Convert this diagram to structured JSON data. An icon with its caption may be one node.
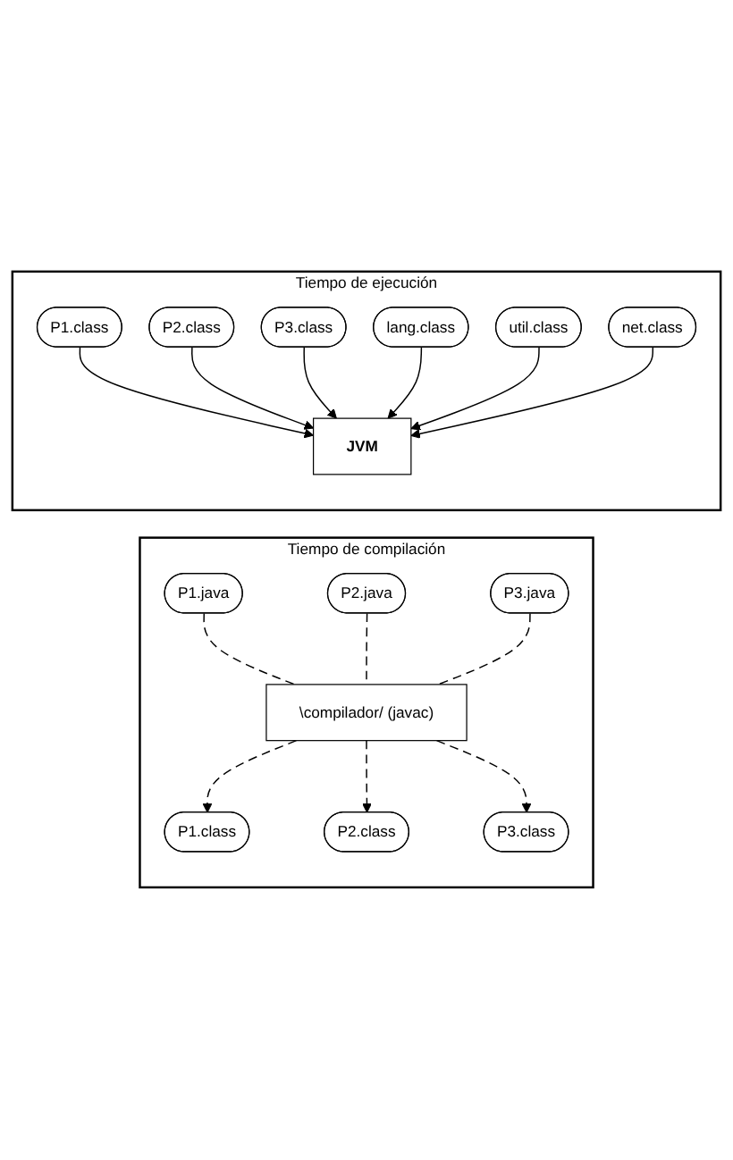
{
  "diagram": {
    "nodes": [
      {
        "text": [
          "Tiempo de compilación"
        ]
      },
      {
        "text": [
          "P1.java"
        ],
        "in": 0
      },
      {
        "text": [
          "P2.java"
        ],
        "in": 0
      },
      {
        "text": [
          "P3.java"
        ],
        "in": 0
      },
      {
        "text": [
          "\\compilador/ (javac)"
        ],
        "in": 0
      },
      {
        "text": [
          "P1.class"
        ],
        "in": 0
      },
      {
        "text": [
          "P2.class"
        ],
        "in": 0
      },
      {
        "text": [
          "P3.class"
        ],
        "in": 0
      },
      {
        "text": [
          "Tiempo de ejecución"
        ]
      },
      {
        "text": [
          "P1.class"
        ],
        "in": 8
      },
      {
        "text": [
          "P2.class"
        ],
        "in": 8
      },
      {
        "text": [
          "P3.class"
        ],
        "in": 8
      },
      {
        "text": [
          "JVM"
        ],
        "in": 8
      },
      {
        "text": [
          "lang.class"
        ],
        "in": 8
      },
      {
        "text": [
          "util.class"
        ],
        "in": 8
      },
      {
        "text": [
          "net.class"
        ],
        "in": 8
      }
    ],
    "edges": [
      {
        "from": 1,
        "to": 4,
        "arrow": "none",
        "style": "dashed"
      },
      {
        "from": 2,
        "to": 4,
        "arrow": "none",
        "style": "dashed"
      },
      {
        "from": 3,
        "to": 4,
        "arrow": "none",
        "style": "dashed"
      },
      {
        "from": 4,
        "to": 5,
        "arrow": "to",
        "style": "dashed"
      },
      {
        "from": 4,
        "to": 6,
        "arrow": "to",
        "style": "dashed"
      },
      {
        "from": 4,
        "to": 7,
        "arrow": "to",
        "style": "dashed"
      },
      {
        "from": 9,
        "to": 12,
        "arrow": "to"
      },
      {
        "from": 10,
        "to": 12,
        "arrow": "to"
      },
      {
        "from": 11,
        "to": 12,
        "arrow": "to"
      },
      {
        "from": 13,
        "to": 12,
        "arrow": "to"
      },
      {
        "from": 14,
        "to": 12,
        "arrow": "to"
      },
      {
        "from": 15,
        "to": 12,
        "arrow": "to"
      }
    ]
  }
}
